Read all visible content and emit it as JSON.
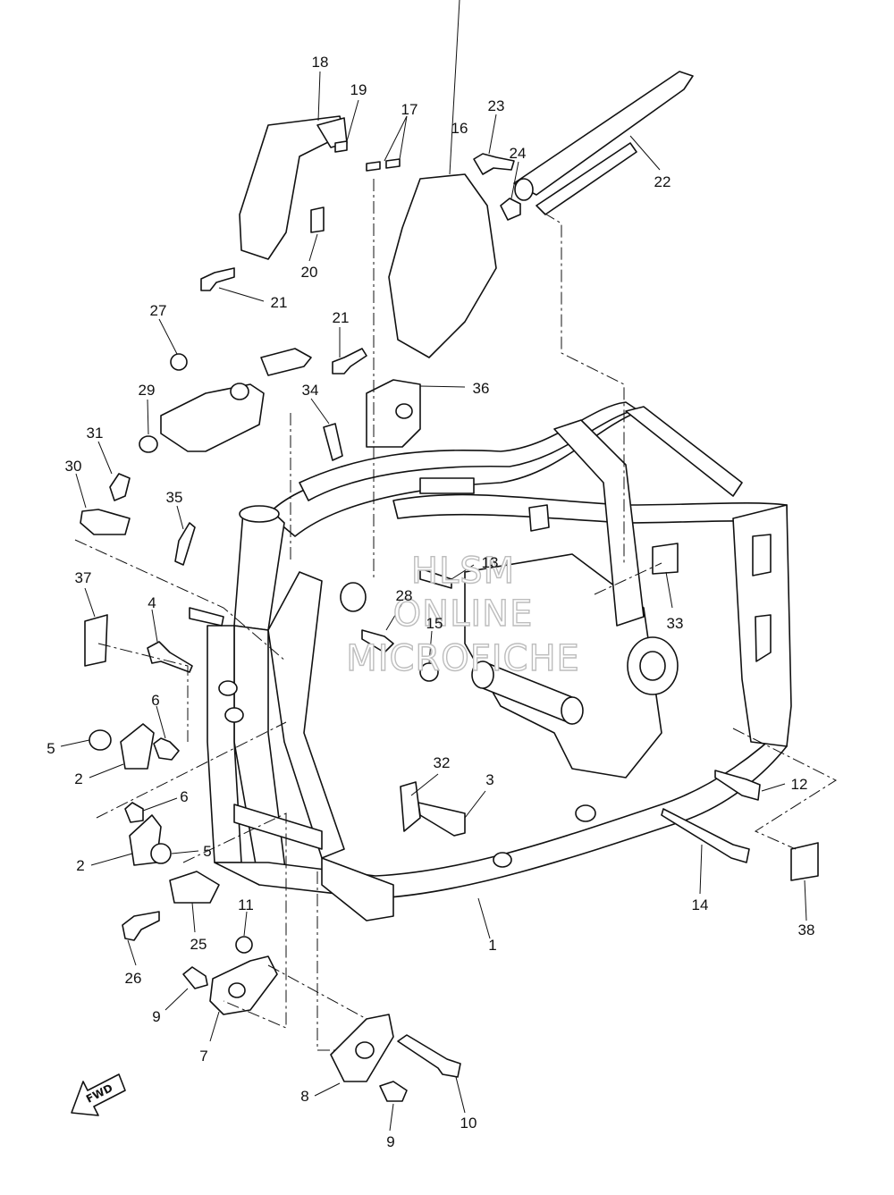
{
  "callouts": [
    {
      "id": "c1",
      "text": "1"
    },
    {
      "id": "c2a",
      "text": "2"
    },
    {
      "id": "c2b",
      "text": "2"
    },
    {
      "id": "c3",
      "text": "3"
    },
    {
      "id": "c4",
      "text": "4"
    },
    {
      "id": "c5a",
      "text": "5"
    },
    {
      "id": "c5b",
      "text": "5"
    },
    {
      "id": "c6a",
      "text": "6"
    },
    {
      "id": "c6b",
      "text": "6"
    },
    {
      "id": "c7",
      "text": "7"
    },
    {
      "id": "c8",
      "text": "8"
    },
    {
      "id": "c9a",
      "text": "9"
    },
    {
      "id": "c9b",
      "text": "9"
    },
    {
      "id": "c10",
      "text": "10"
    },
    {
      "id": "c11",
      "text": "11"
    },
    {
      "id": "c12",
      "text": "12"
    },
    {
      "id": "c13",
      "text": "13"
    },
    {
      "id": "c14",
      "text": "14"
    },
    {
      "id": "c15",
      "text": "15"
    },
    {
      "id": "c16",
      "text": "16"
    },
    {
      "id": "c17",
      "text": "17"
    },
    {
      "id": "c18",
      "text": "18"
    },
    {
      "id": "c19",
      "text": "19"
    },
    {
      "id": "c20",
      "text": "20"
    },
    {
      "id": "c21a",
      "text": "21"
    },
    {
      "id": "c21b",
      "text": "21"
    },
    {
      "id": "c22",
      "text": "22"
    },
    {
      "id": "c23",
      "text": "23"
    },
    {
      "id": "c24",
      "text": "24"
    },
    {
      "id": "c25",
      "text": "25"
    },
    {
      "id": "c26",
      "text": "26"
    },
    {
      "id": "c27",
      "text": "27"
    },
    {
      "id": "c28",
      "text": "28"
    },
    {
      "id": "c29",
      "text": "29"
    },
    {
      "id": "c30",
      "text": "30"
    },
    {
      "id": "c31",
      "text": "31"
    },
    {
      "id": "c32",
      "text": "32"
    },
    {
      "id": "c33",
      "text": "33"
    },
    {
      "id": "c34",
      "text": "34"
    },
    {
      "id": "c35",
      "text": "35"
    },
    {
      "id": "c36",
      "text": "36"
    },
    {
      "id": "c37",
      "text": "37"
    },
    {
      "id": "c38",
      "text": "38"
    }
  ],
  "watermark": {
    "line1": "HLSM",
    "line2": "ONLINE",
    "line3": "MICROFICHE"
  },
  "fwd_label": "FWD"
}
